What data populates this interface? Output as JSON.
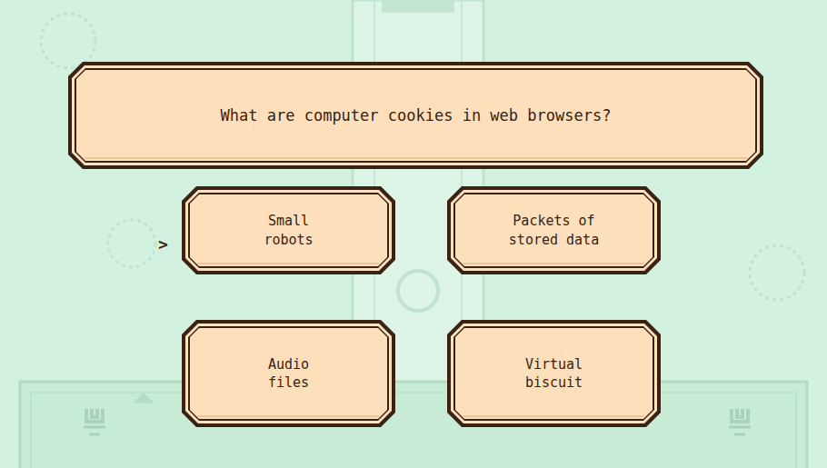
{
  "diagram": {
    "nodes": [
      {
        "text": [
          "What are computer cookies in web browsers?"
        ]
      },
      {
        "text": [
          "Small robots"
        ]
      },
      {
        "text": [
          "Packets of stored data"
        ]
      },
      {
        "text": [
          "Audio files"
        ]
      },
      {
        "text": [
          "Virtual biscuit"
        ]
      }
    ],
    "labels": [
      ">"
    ]
  }
}
